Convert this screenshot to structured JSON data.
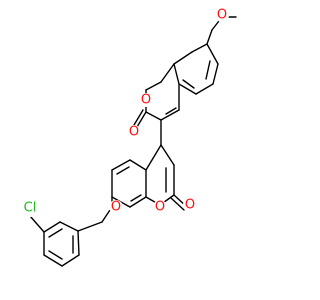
{
  "molecule": {
    "atoms": [
      {
        "id": "O_methoxy",
        "label": "O",
        "color": "#ff0d0d"
      },
      {
        "id": "O_ring_top",
        "label": "O",
        "color": "#ff0d0d"
      },
      {
        "id": "O_carbonyl_top",
        "label": "O",
        "color": "#ff0d0d"
      },
      {
        "id": "O_ether",
        "label": "O",
        "color": "#ff0d0d"
      },
      {
        "id": "O_ring_bottom",
        "label": "O",
        "color": "#ff0d0d"
      },
      {
        "id": "O_carbonyl_bottom",
        "label": "O",
        "color": "#ff0d0d"
      },
      {
        "id": "Cl",
        "label": "Cl",
        "color": "#1fba1f"
      }
    ],
    "bond_color": "#000000"
  }
}
